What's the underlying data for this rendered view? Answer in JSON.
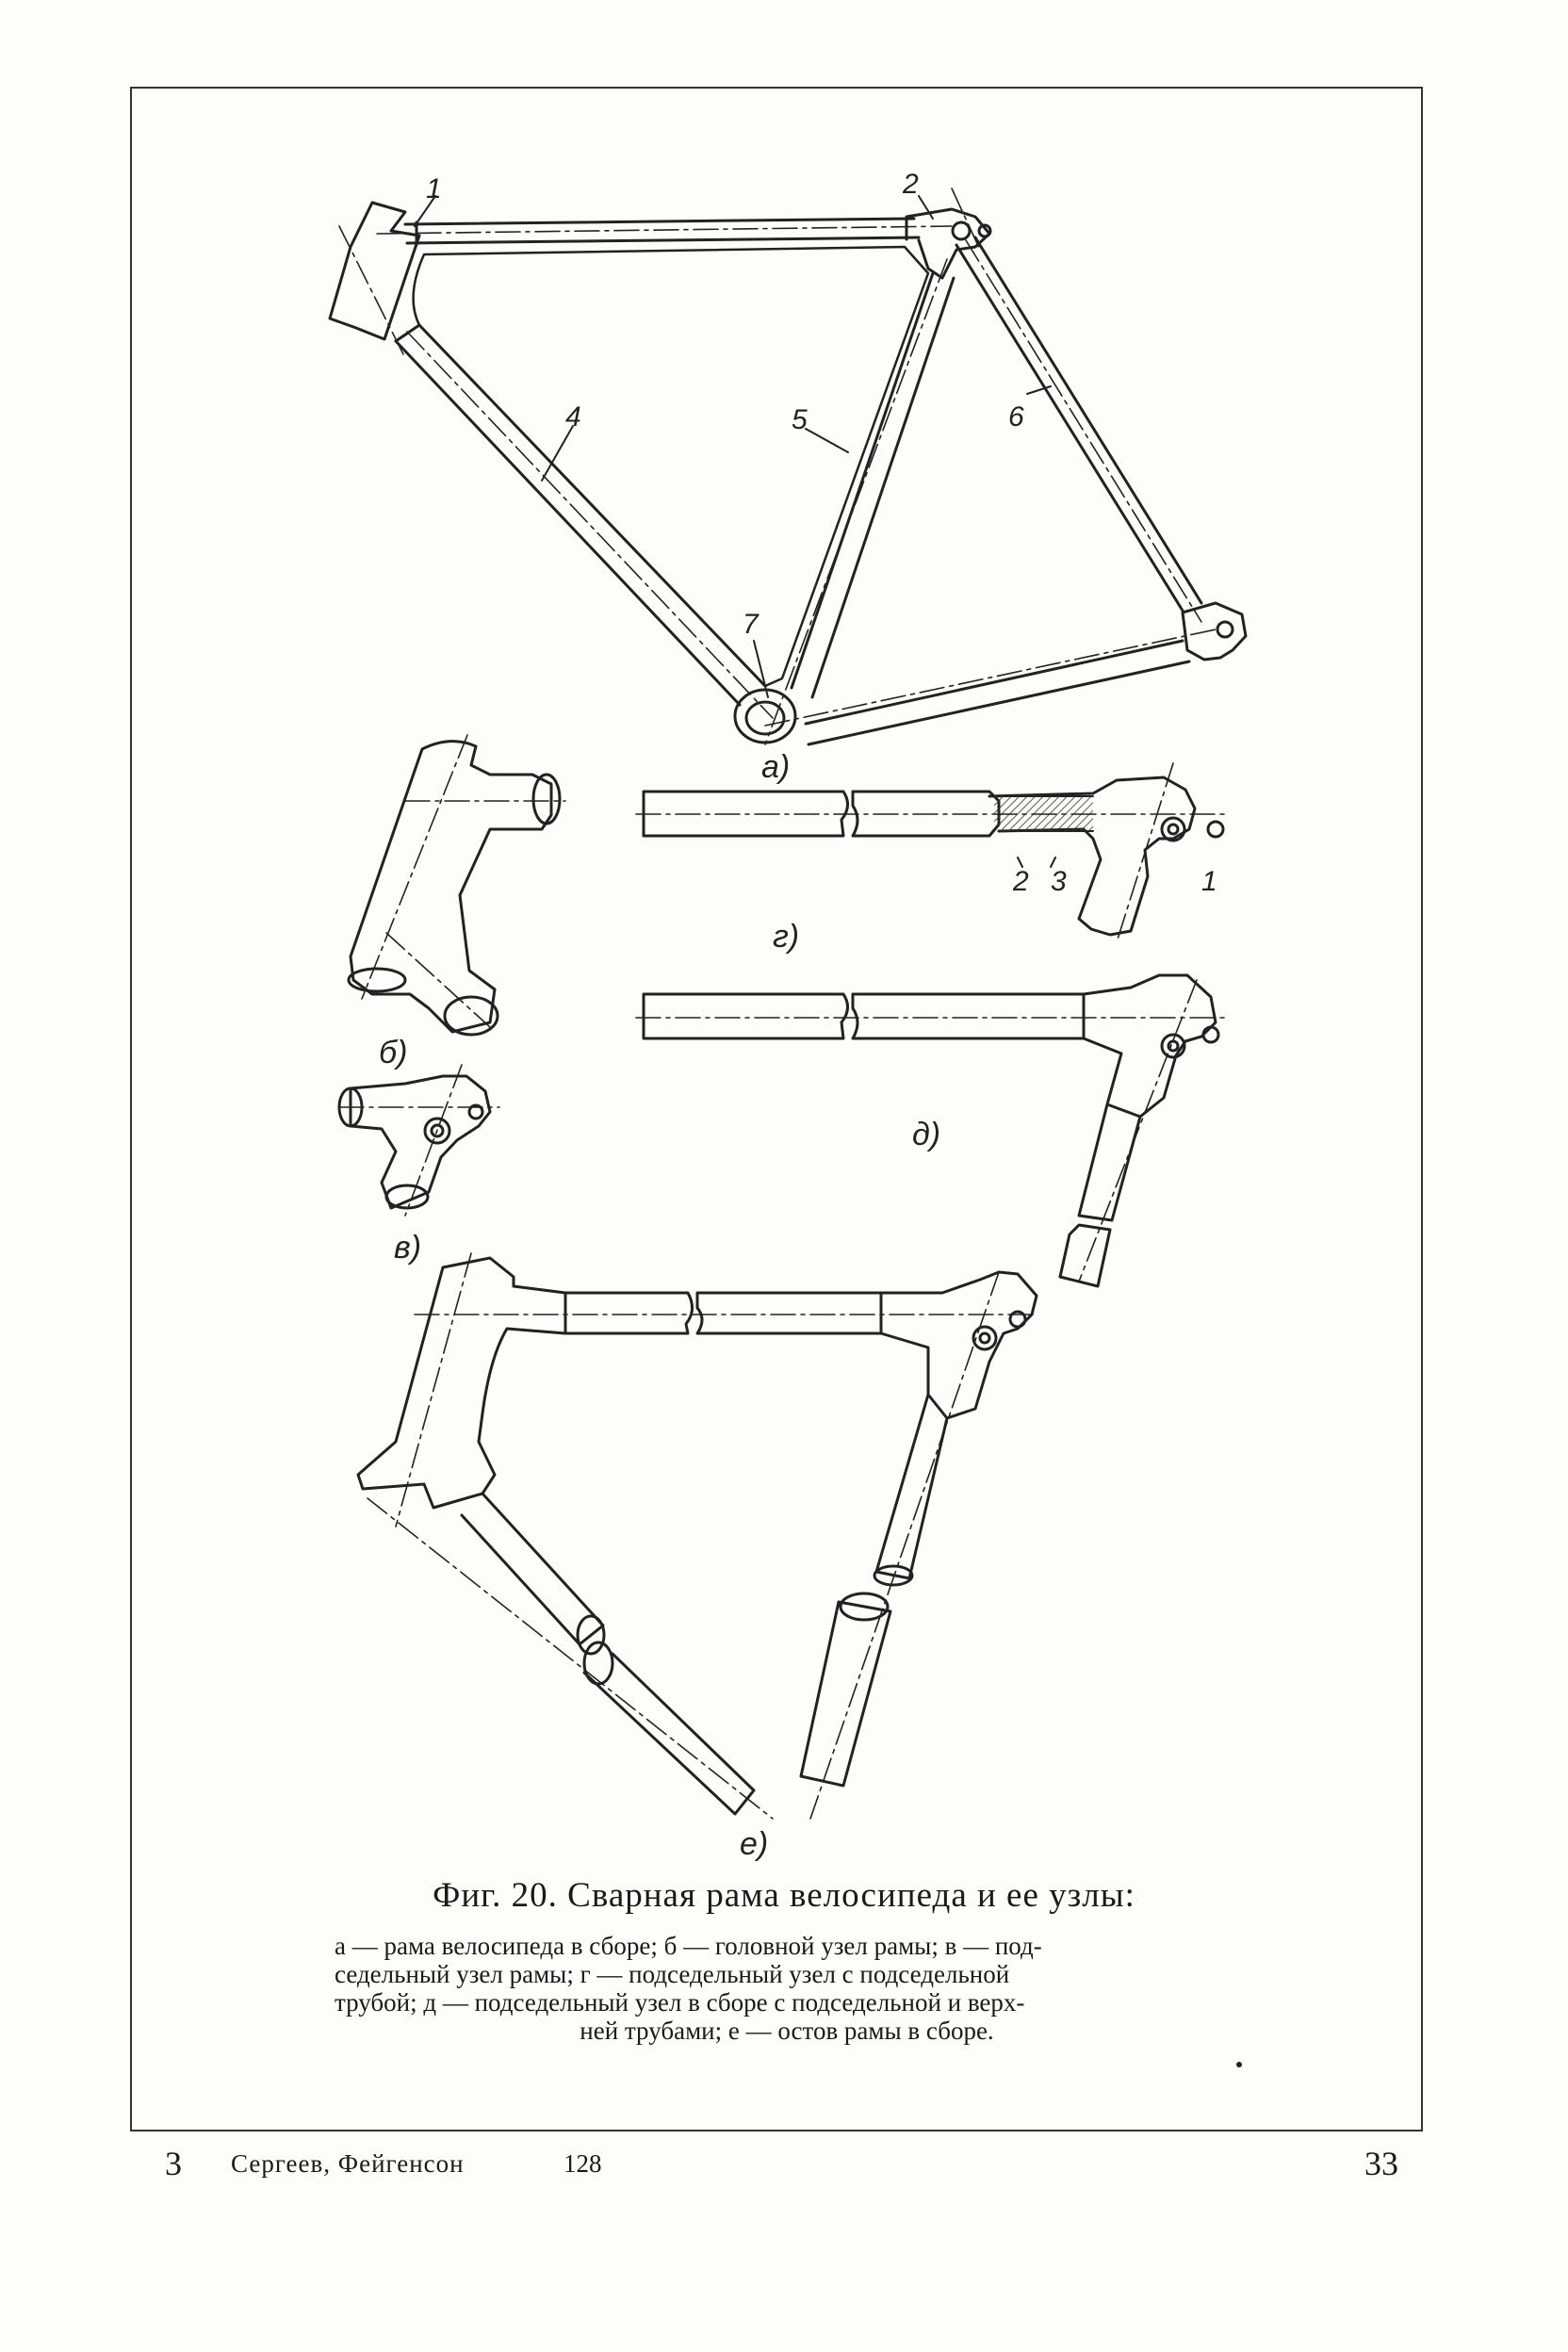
{
  "figure": {
    "part_labels": [
      "1",
      "2",
      "4",
      "5",
      "6",
      "7"
    ],
    "detail_labels": [
      "2",
      "3",
      "1"
    ],
    "subfigure_labels": {
      "a": "а)",
      "b": "б)",
      "v": "в)",
      "g": "г)",
      "d": "д)",
      "e": "е)"
    }
  },
  "caption": {
    "title": "Фиг. 20. Сварная рама велосипеда и ее узлы:",
    "lines": [
      "а — рама велосипеда в сборе; б — головной узел рамы; в — под-",
      "седельный узел рамы; г — подседельный узел с подседельной",
      "трубой; д — подседельный узел в сборе с подседельной и верх-",
      "ней трубами; е — остов рамы в сборе."
    ]
  },
  "footer": {
    "signature_mark": "3",
    "authors": "Сергеев, Фейгенсон",
    "print_number": "128",
    "page_number": "33"
  }
}
